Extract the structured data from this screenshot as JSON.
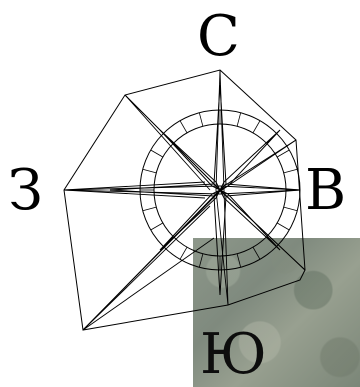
{
  "compass": {
    "north": "С",
    "east": "В",
    "south": "Ю",
    "west": "З"
  },
  "icons": {
    "rose": "compass-rose-icon",
    "map": "satellite-map-tile"
  },
  "colors": {
    "line": "#000000",
    "background": "#ffffff",
    "map_tint": "#8a9486"
  }
}
